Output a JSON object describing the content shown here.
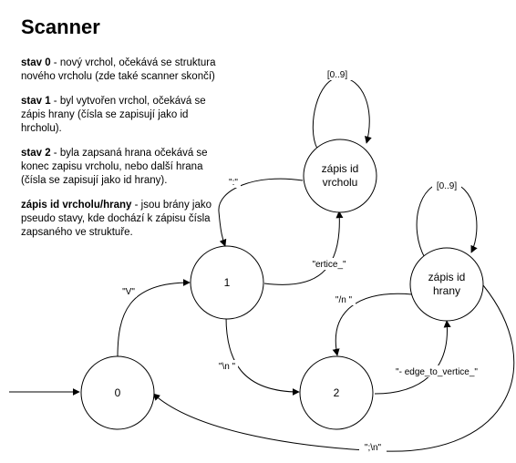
{
  "title": "Scanner",
  "notes": [
    {
      "term": "stav 0",
      "text": " - nový vrchol, očekává se struktura nového vrcholu (zde také scanner skončí)"
    },
    {
      "term": "stav 1",
      "text": " - byl vytvořen vrchol, očekává se zápis hrany (čísla se zapisují jako id hrcholu)."
    },
    {
      "term": "stav 2",
      "text": " - byla zapsaná hrana očekává se konec zapisu vrcholu, nebo další hrana (čísla se zapisují jako id hrany)."
    },
    {
      "term": "zápis id vrcholu/hrany",
      "text": " - jsou brány jako pseudo stavy, kde dochází k zápisu čísla zapsaného ve struktuře."
    }
  ],
  "nodes": {
    "s0": {
      "label": "0"
    },
    "s1": {
      "label": "1"
    },
    "s2": {
      "label": "2"
    },
    "vertex_id": {
      "line1": "zápis id",
      "line2": "vrcholu"
    },
    "edge_id": {
      "line1": "zápis id",
      "line2": "hrany"
    }
  },
  "edges": {
    "s0_s1": "\"V\"",
    "s1_s2": "\"\\n \"",
    "s1_vertex": "\"ertice_\"",
    "vertex_s1": "\":\"",
    "vertex_loop": "[0..9]",
    "s2_edge": "\"- edge_to_vertice_\"",
    "edge_s2": "\"/n \"",
    "edge_loop": "[0..9]",
    "edge_s0": "\";\\n\""
  }
}
